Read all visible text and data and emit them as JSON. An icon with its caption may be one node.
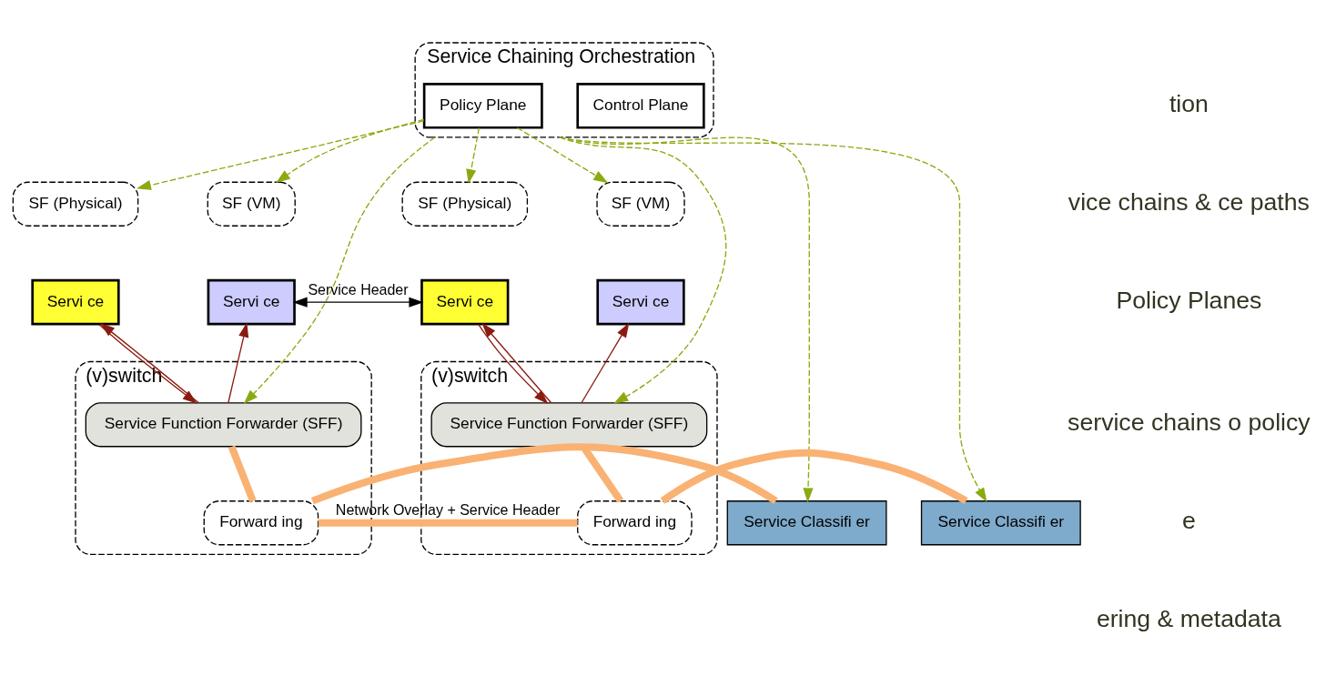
{
  "diagram": {
    "nodes": [
      {
        "text": [
          "Service Chaining Orchestration"
        ]
      },
      {
        "text": [
          "Control Plane"
        ],
        "in": 0
      },
      {
        "text": [
          "Policy Plane"
        ],
        "in": 0
      },
      {
        "text": [
          "SF (Physical)"
        ]
      },
      {
        "text": [
          "Servi ce"
        ]
      },
      {
        "text": [
          "SF (VM)"
        ]
      },
      {
        "text": [
          "Servi ce"
        ]
      },
      {
        "text": [
          "(v)switch"
        ]
      },
      {
        "text": [
          "Service Function Forwarder (SFF)"
        ],
        "in": 7
      },
      {
        "text": [
          "Forward ing"
        ],
        "in": 7
      },
      {
        "text": [
          "SF (Physical)"
        ]
      },
      {
        "text": [
          "Servi ce"
        ]
      },
      {
        "text": [
          "SF (VM)"
        ]
      },
      {
        "text": [
          "Servi ce"
        ]
      },
      {
        "text": [
          "(v)switch"
        ]
      },
      {
        "text": [
          "Service Function Forwarder (SFF)"
        ],
        "in": 14
      },
      {
        "text": [
          "Forward ing"
        ],
        "in": 14
      },
      {
        "text": [
          "Service Classifi er"
        ]
      },
      {
        "text": [
          "Service Classifi er"
        ]
      }
    ],
    "edges": [
      {
        "from": 0,
        "to": 17,
        "arrow": "to",
        "style": "dashed",
        "color": "#8aaa10"
      },
      {
        "from": 0,
        "to": 8,
        "arrow": "to",
        "style": "dashed",
        "color": "#8aaa10"
      },
      {
        "from": 2,
        "to": 3,
        "arrow": "to",
        "style": "dashed",
        "color": "#8aaa10"
      },
      {
        "from": 2,
        "to": 5,
        "arrow": "to",
        "style": "dashed",
        "color": "#8aaa10"
      },
      {
        "from": 2,
        "to": 10,
        "arrow": "to",
        "style": "dashed",
        "color": "#8aaa10"
      },
      {
        "from": 2,
        "to": 12,
        "arrow": "to",
        "style": "dashed",
        "color": "#8aaa10"
      },
      {
        "from": 0,
        "to": 18,
        "arrow": "to",
        "style": "dashed",
        "color": "#8aaa10"
      },
      {
        "from": 0,
        "to": 15,
        "arrow": "to",
        "style": "dashed",
        "color": "#8aaa10"
      },
      {
        "from": 8,
        "to": 4,
        "arrow": "to",
        "color": "#8b1a10"
      },
      {
        "from": 4,
        "to": 8,
        "arrow": "to",
        "color": "#8b1a10"
      },
      {
        "from": 8,
        "to": 6,
        "arrow": "to",
        "color": "#8b1a10"
      },
      {
        "from": 15,
        "to": 11,
        "arrow": "to",
        "color": "#8b1a10"
      },
      {
        "from": 11,
        "to": 15,
        "arrow": "to",
        "color": "#8b1a10"
      },
      {
        "from": 15,
        "to": 13,
        "arrow": "to",
        "color": "#8b1a10"
      },
      {
        "from": 6,
        "to": 11,
        "arrow": "both",
        "label": "Service Header",
        "color": "#000000"
      },
      {
        "from": 8,
        "to": 9,
        "arrow": "none",
        "style": "thick",
        "color": "#f9b273"
      },
      {
        "from": 15,
        "to": 16,
        "arrow": "none",
        "style": "thick",
        "color": "#f9b273"
      },
      {
        "from": 17,
        "to": 9,
        "arrow": "none",
        "style": "thick",
        "color": "#f9b273"
      },
      {
        "from": 9,
        "to": 16,
        "arrow": "none",
        "label": "Network Overlay + Service Header",
        "style": "thick",
        "color": "#f9b273"
      },
      {
        "from": 16,
        "to": 18,
        "arrow": "none",
        "style": "thick",
        "color": "#f9b273"
      }
    ],
    "labels": [
      "tion",
      "vice chains & ce paths",
      "Policy Planes",
      "service chains o policy",
      "e",
      "ering & metadata"
    ]
  }
}
